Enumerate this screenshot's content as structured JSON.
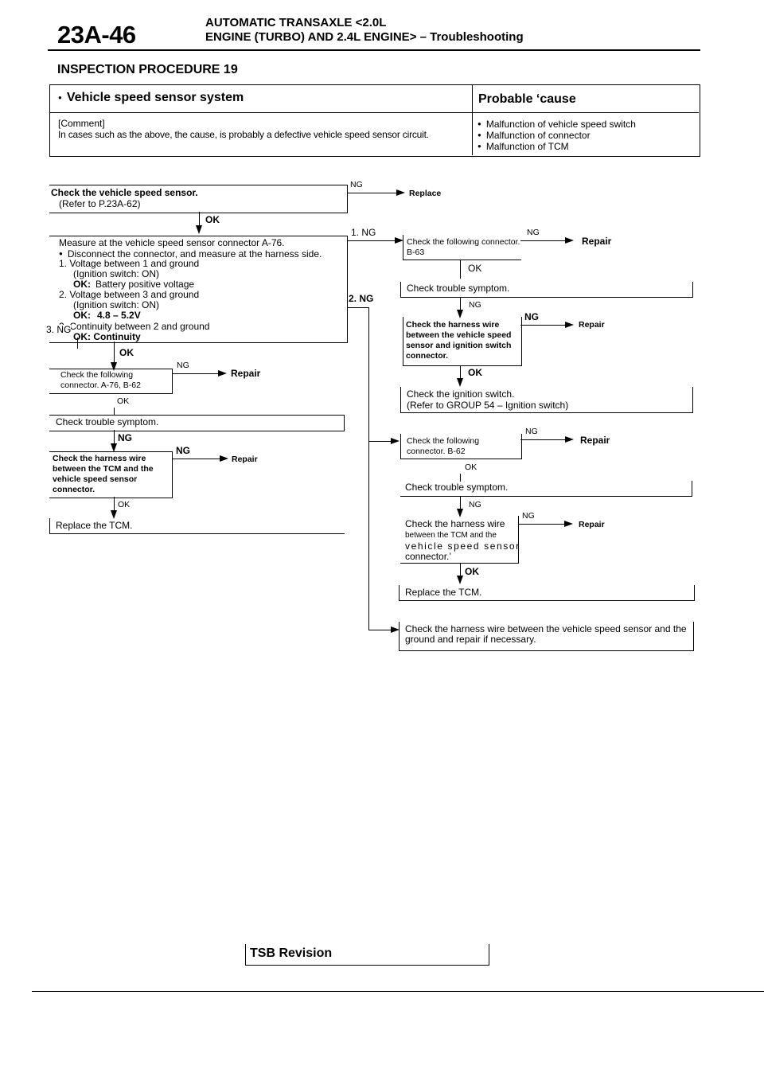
{
  "header": {
    "page_number": "23A-46",
    "title_line1": "AUTOMATIC TRANSAXLE <2.0L",
    "title_line2": "ENGINE (TURBO) AND 2.4L ENGINE> – Troubleshooting"
  },
  "procedure_title": "INSPECTION PROCEDURE 19",
  "info_table": {
    "system_title": "Vehicle speed sensor system",
    "cause_title": "Probable ‘cause",
    "comment_label": "[Comment]",
    "comment_text": "In cases such as the above, the cause, is probably a defective vehicle speed sensor circuit.",
    "causes": [
      "Malfunction of vehicle speed switch",
      "Malfunction of connector",
      "Malfunction of TCM"
    ]
  },
  "flow": {
    "step1": {
      "line1": "Check the vehicle speed sensor.",
      "line2": "(Refer to P.23A-62)"
    },
    "step1_ng": "NG",
    "step1_ng_action": "Replace",
    "step1_ok": "OK",
    "step2": {
      "line1": "Measure at the vehicle speed sensor connector A-76.",
      "line2": "Disconnect the connector, and measure at the harness side.",
      "line3": "1. Voltage between 1 and ground",
      "line4": "(Ignition switch: ON)",
      "line5_label": "OK:",
      "line5": "Battery positive voltage",
      "line6": "2. Voltage between 3 and ground",
      "line7": "(Ignition switch: ON)",
      "line8_label": "OK:",
      "line8": "4.8 – 5.2V",
      "line9": "3. Continuity between 2 and ground",
      "line10": "OK: Continuity"
    },
    "branch_1ng": "1. NG",
    "branch_2ng": "2. NG",
    "branch_3ng": "3. NG",
    "step2_ok": "OK",
    "step3": "Check the following connector. A-76, B-62",
    "step3_ng": "NG",
    "step3_ng_action": "Repair",
    "step3_ok": "OK",
    "step4": "Check trouble symptom.",
    "step4_ng": "NG",
    "step5": "Check the harness wire between the TCM and the vehicle speed sensor connector.",
    "step5_ng": "NG",
    "step5_ng_action": "Repair",
    "step5_ok": "OK",
    "step6": "Replace the TCM.",
    "r1": "Check the following connector. B-63",
    "r1_ng": "NG",
    "r1_ng_action": "Repair",
    "r1_ok": "OK",
    "r2": "Check trouble symptom.",
    "r2_ng": "NG",
    "r3": "Check the harness wire between the vehicle speed sensor and ignition switch connector.",
    "r3_ng": "NG",
    "r3_ng_action": "Repair",
    "r3_ok": "OK",
    "r4_line1": "Check the ignition switch.",
    "r4_line2": "(Refer to GROUP 54 – Ignition switch)",
    "r5": "Check the following connector. B-62",
    "r5_ng": "NG",
    "r5_ng_action": "Repair",
    "r5_ok": "OK",
    "r6": "Check trouble symptom.",
    "r6_ng": "NG",
    "r7_line1": "Check the harness wire",
    "r7_line2": "between the TCM and the",
    "r7_line3": "vehicle speed sensor",
    "r7_line4": "connector.’",
    "r7_ng": "NG",
    "r7_ng_action": "Repair",
    "r7_ok": "OK",
    "r8": "Replace the TCM.",
    "r9": "Check the harness wire between the vehicle speed sensor and the ground and repair if necessary."
  },
  "footer": {
    "tsb": "TSB Revision"
  }
}
